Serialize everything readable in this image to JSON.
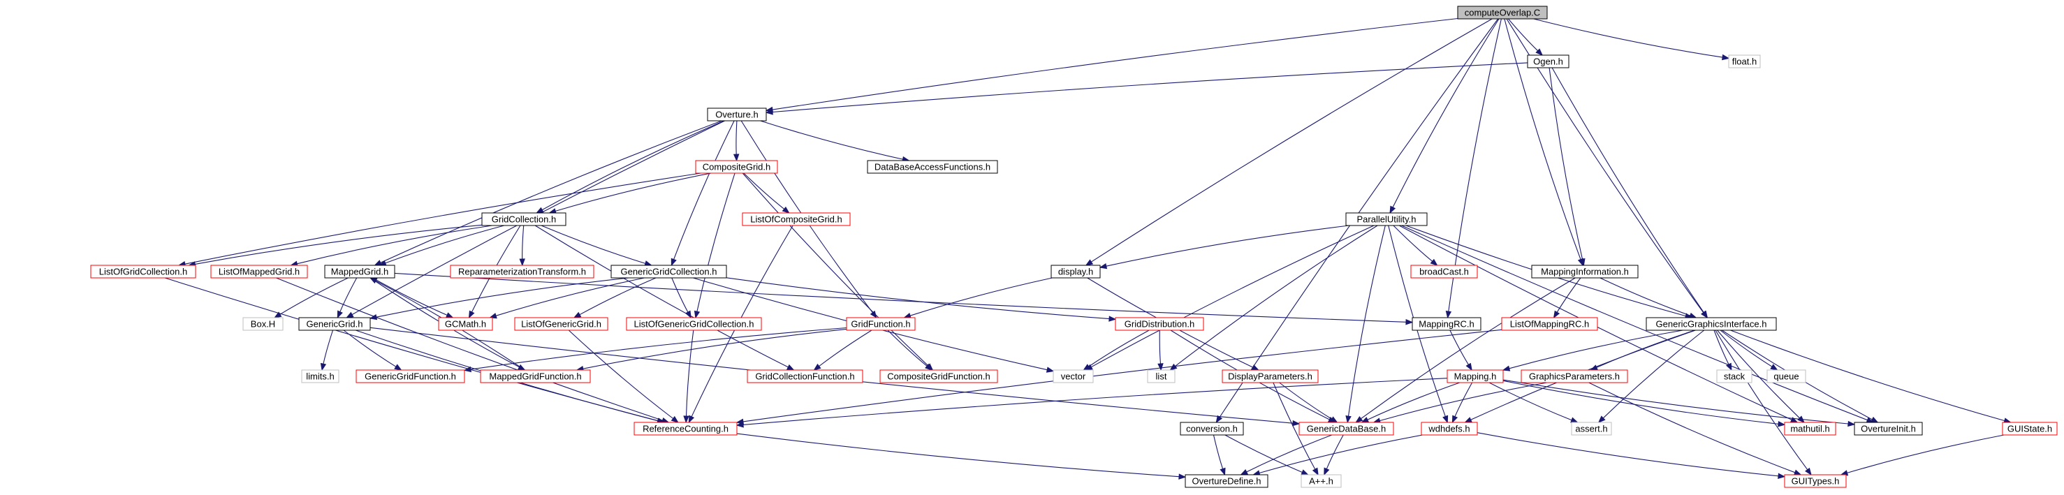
{
  "diagram": {
    "type": "include-dependency-graph",
    "colors": {
      "edge": "#191970",
      "root_fill": "#bfbfbf",
      "root_border": "#000000",
      "documented_border": "#000000",
      "has_children_border": "#ff0000",
      "external_border": "#bfbfbf",
      "node_fill": "#ffffff"
    },
    "nodes": [
      {
        "id": "computeOverlap",
        "label": "computeOverlap.C",
        "kind": "root"
      },
      {
        "id": "Ogen",
        "label": "Ogen.h",
        "kind": "doc"
      },
      {
        "id": "float",
        "label": "float.h",
        "kind": "ext"
      },
      {
        "id": "Overture",
        "label": "Overture.h",
        "kind": "doc"
      },
      {
        "id": "CompositeGrid",
        "label": "CompositeGrid.h",
        "kind": "red"
      },
      {
        "id": "DataBaseAccessFunctions",
        "label": "DataBaseAccessFunctions.h",
        "kind": "doc"
      },
      {
        "id": "ListOfCompositeGrid",
        "label": "ListOfCompositeGrid.h",
        "kind": "red"
      },
      {
        "id": "GridCollection",
        "label": "GridCollection.h",
        "kind": "doc"
      },
      {
        "id": "ParallelUtility",
        "label": "ParallelUtility.h",
        "kind": "doc"
      },
      {
        "id": "ListOfGridCollection",
        "label": "ListOfGridCollection.h",
        "kind": "red"
      },
      {
        "id": "ListOfMappedGrid",
        "label": "ListOfMappedGrid.h",
        "kind": "red"
      },
      {
        "id": "MappedGrid",
        "label": "MappedGrid.h",
        "kind": "doc"
      },
      {
        "id": "ReparameterizationTransform",
        "label": "ReparameterizationTransform.h",
        "kind": "red"
      },
      {
        "id": "GenericGridCollection",
        "label": "GenericGridCollection.h",
        "kind": "doc"
      },
      {
        "id": "display",
        "label": "display.h",
        "kind": "doc"
      },
      {
        "id": "broadCast",
        "label": "broadCast.h",
        "kind": "red"
      },
      {
        "id": "MappingInformation",
        "label": "MappingInformation.h",
        "kind": "doc"
      },
      {
        "id": "BoxH",
        "label": "Box.H",
        "kind": "ext"
      },
      {
        "id": "GenericGrid",
        "label": "GenericGrid.h",
        "kind": "doc"
      },
      {
        "id": "GCMath",
        "label": "GCMath.h",
        "kind": "red"
      },
      {
        "id": "ListOfGenericGrid",
        "label": "ListOfGenericGrid.h",
        "kind": "red"
      },
      {
        "id": "ListOfGenericGridCollection",
        "label": "ListOfGenericGridCollection.h",
        "kind": "red"
      },
      {
        "id": "GridFunction",
        "label": "GridFunction.h",
        "kind": "red"
      },
      {
        "id": "GridDistribution",
        "label": "GridDistribution.h",
        "kind": "red"
      },
      {
        "id": "MappingRC",
        "label": "MappingRC.h",
        "kind": "doc"
      },
      {
        "id": "ListOfMappingRC",
        "label": "ListOfMappingRC.h",
        "kind": "red"
      },
      {
        "id": "GenericGraphicsInterface",
        "label": "GenericGraphicsInterface.h",
        "kind": "doc"
      },
      {
        "id": "limits",
        "label": "limits.h",
        "kind": "ext"
      },
      {
        "id": "GenericGridFunction",
        "label": "GenericGridFunction.h",
        "kind": "red"
      },
      {
        "id": "MappedGridFunction",
        "label": "MappedGridFunction.h",
        "kind": "red"
      },
      {
        "id": "GridCollectionFunction",
        "label": "GridCollectionFunction.h",
        "kind": "red"
      },
      {
        "id": "CompositeGridFunction",
        "label": "CompositeGridFunction.h",
        "kind": "red"
      },
      {
        "id": "vector",
        "label": "vector",
        "kind": "ext"
      },
      {
        "id": "list",
        "label": "list",
        "kind": "ext"
      },
      {
        "id": "DisplayParameters",
        "label": "DisplayParameters.h",
        "kind": "red"
      },
      {
        "id": "Mapping",
        "label": "Mapping.h",
        "kind": "red"
      },
      {
        "id": "GraphicsParameters",
        "label": "GraphicsParameters.h",
        "kind": "red"
      },
      {
        "id": "stack",
        "label": "stack",
        "kind": "ext"
      },
      {
        "id": "queue",
        "label": "queue",
        "kind": "ext"
      },
      {
        "id": "ReferenceCounting",
        "label": "ReferenceCounting.h",
        "kind": "red"
      },
      {
        "id": "conversion",
        "label": "conversion.h",
        "kind": "doc"
      },
      {
        "id": "GenericDataBase",
        "label": "GenericDataBase.h",
        "kind": "red"
      },
      {
        "id": "wdhdefs",
        "label": "wdhdefs.h",
        "kind": "red"
      },
      {
        "id": "assert",
        "label": "assert.h",
        "kind": "ext"
      },
      {
        "id": "mathutil",
        "label": "mathutil.h",
        "kind": "red"
      },
      {
        "id": "OvertureInit",
        "label": "OvertureInit.h",
        "kind": "doc"
      },
      {
        "id": "GUIState",
        "label": "GUIState.h",
        "kind": "red"
      },
      {
        "id": "OvertureDefine",
        "label": "OvertureDefine.h",
        "kind": "doc"
      },
      {
        "id": "Aplusplus",
        "label": "A++.h",
        "kind": "ext"
      },
      {
        "id": "GUITypes",
        "label": "GUITypes.h",
        "kind": "red"
      }
    ],
    "edges": [
      [
        "computeOverlap",
        "Ogen"
      ],
      [
        "computeOverlap",
        "float"
      ],
      [
        "computeOverlap",
        "Overture"
      ],
      [
        "computeOverlap",
        "ParallelUtility"
      ],
      [
        "computeOverlap",
        "display"
      ],
      [
        "computeOverlap",
        "MappingInformation"
      ],
      [
        "computeOverlap",
        "MappingRC"
      ],
      [
        "computeOverlap",
        "GenericGraphicsInterface"
      ],
      [
        "computeOverlap",
        "conversion"
      ],
      [
        "Ogen",
        "Overture"
      ],
      [
        "Ogen",
        "MappingInformation"
      ],
      [
        "Ogen",
        "GenericGraphicsInterface"
      ],
      [
        "Overture",
        "CompositeGrid"
      ],
      [
        "Overture",
        "DataBaseAccessFunctions"
      ],
      [
        "Overture",
        "GridCollection"
      ],
      [
        "Overture",
        "GenericGridCollection"
      ],
      [
        "Overture",
        "MappedGrid"
      ],
      [
        "Overture",
        "GridFunction"
      ],
      [
        "Overture",
        "GenericGrid"
      ],
      [
        "CompositeGrid",
        "GridCollection"
      ],
      [
        "CompositeGrid",
        "ListOfCompositeGrid"
      ],
      [
        "CompositeGrid",
        "ListOfGridCollection"
      ],
      [
        "CompositeGrid",
        "ListOfGenericGridCollection"
      ],
      [
        "CompositeGrid",
        "CompositeGridFunction"
      ],
      [
        "ListOfCompositeGrid",
        "ReferenceCounting"
      ],
      [
        "GridCollection",
        "ListOfGridCollection"
      ],
      [
        "GridCollection",
        "ListOfMappedGrid"
      ],
      [
        "GridCollection",
        "MappedGrid"
      ],
      [
        "GridCollection",
        "ReparameterizationTransform"
      ],
      [
        "GridCollection",
        "GenericGridCollection"
      ],
      [
        "GridCollection",
        "GCMath"
      ],
      [
        "GridCollection",
        "GridCollectionFunction"
      ],
      [
        "ListOfGridCollection",
        "ReferenceCounting"
      ],
      [
        "ListOfMappedGrid",
        "ReferenceCounting"
      ],
      [
        "MappedGrid",
        "GenericGrid"
      ],
      [
        "MappedGrid",
        "GCMath"
      ],
      [
        "MappedGrid",
        "MappingRC"
      ],
      [
        "MappedGrid",
        "MappedGridFunction"
      ],
      [
        "MappedGrid",
        "BoxH"
      ],
      [
        "GenericGridCollection",
        "GenericGrid"
      ],
      [
        "GenericGridCollection",
        "GCMath"
      ],
      [
        "GenericGridCollection",
        "ListOfGenericGrid"
      ],
      [
        "GenericGridCollection",
        "ListOfGenericGridCollection"
      ],
      [
        "GenericGridCollection",
        "GridDistribution"
      ],
      [
        "GenericGridCollection",
        "vector"
      ],
      [
        "ListOfGenericGrid",
        "ReferenceCounting"
      ],
      [
        "ListOfGenericGridCollection",
        "ReferenceCounting"
      ],
      [
        "GenericGrid",
        "limits"
      ],
      [
        "GenericGrid",
        "GenericGridFunction"
      ],
      [
        "GenericGrid",
        "ReferenceCounting"
      ],
      [
        "GenericGrid",
        "GenericDataBase"
      ],
      [
        "GridFunction",
        "GenericGridFunction"
      ],
      [
        "GridFunction",
        "MappedGridFunction"
      ],
      [
        "GridFunction",
        "GridCollectionFunction"
      ],
      [
        "GridFunction",
        "CompositeGridFunction"
      ],
      [
        "MappedGridFunction",
        "MappedGrid"
      ],
      [
        "ParallelUtility",
        "display"
      ],
      [
        "ParallelUtility",
        "broadCast"
      ],
      [
        "ParallelUtility",
        "vector"
      ],
      [
        "ParallelUtility",
        "list"
      ],
      [
        "ParallelUtility",
        "GenericDataBase"
      ],
      [
        "ParallelUtility",
        "wdhdefs"
      ],
      [
        "ParallelUtility",
        "GenericGraphicsInterface"
      ],
      [
        "ParallelUtility",
        "OvertureInit"
      ],
      [
        "ParallelUtility",
        "mathutil"
      ],
      [
        "display",
        "GridFunction"
      ],
      [
        "display",
        "DisplayParameters"
      ],
      [
        "GridDistribution",
        "vector"
      ],
      [
        "GridDistribution",
        "list"
      ],
      [
        "GridDistribution",
        "GenericDataBase"
      ],
      [
        "MappingInformation",
        "ListOfMappingRC"
      ],
      [
        "MappingInformation",
        "GenericGraphicsInterface"
      ],
      [
        "MappingInformation",
        "GenericDataBase"
      ],
      [
        "ListOfMappingRC",
        "ReferenceCounting"
      ],
      [
        "MappingRC",
        "Mapping"
      ],
      [
        "GenericGraphicsInterface",
        "Mapping"
      ],
      [
        "GenericGraphicsInterface",
        "GraphicsParameters"
      ],
      [
        "GenericGraphicsInterface",
        "stack"
      ],
      [
        "GenericGraphicsInterface",
        "queue"
      ],
      [
        "GenericGraphicsInterface",
        "assert"
      ],
      [
        "GenericGraphicsInterface",
        "wdhdefs"
      ],
      [
        "GenericGraphicsInterface",
        "mathutil"
      ],
      [
        "GenericGraphicsInterface",
        "OvertureInit"
      ],
      [
        "GenericGraphicsInterface",
        "GUIState"
      ],
      [
        "GenericGraphicsInterface",
        "GUITypes"
      ],
      [
        "DisplayParameters",
        "GenericDataBase"
      ],
      [
        "DisplayParameters",
        "Aplusplus"
      ],
      [
        "Mapping",
        "ReferenceCounting"
      ],
      [
        "Mapping",
        "GenericDataBase"
      ],
      [
        "Mapping",
        "wdhdefs"
      ],
      [
        "Mapping",
        "assert"
      ],
      [
        "Mapping",
        "mathutil"
      ],
      [
        "Mapping",
        "OvertureInit"
      ],
      [
        "GraphicsParameters",
        "GenericDataBase"
      ],
      [
        "GraphicsParameters",
        "GUITypes"
      ],
      [
        "ReferenceCounting",
        "OvertureDefine"
      ],
      [
        "conversion",
        "OvertureDefine"
      ],
      [
        "conversion",
        "Aplusplus"
      ],
      [
        "GenericDataBase",
        "OvertureDefine"
      ],
      [
        "GenericDataBase",
        "Aplusplus"
      ],
      [
        "wdhdefs",
        "OvertureDefine"
      ],
      [
        "wdhdefs",
        "GUITypes"
      ],
      [
        "GUIState",
        "GUITypes"
      ]
    ]
  }
}
